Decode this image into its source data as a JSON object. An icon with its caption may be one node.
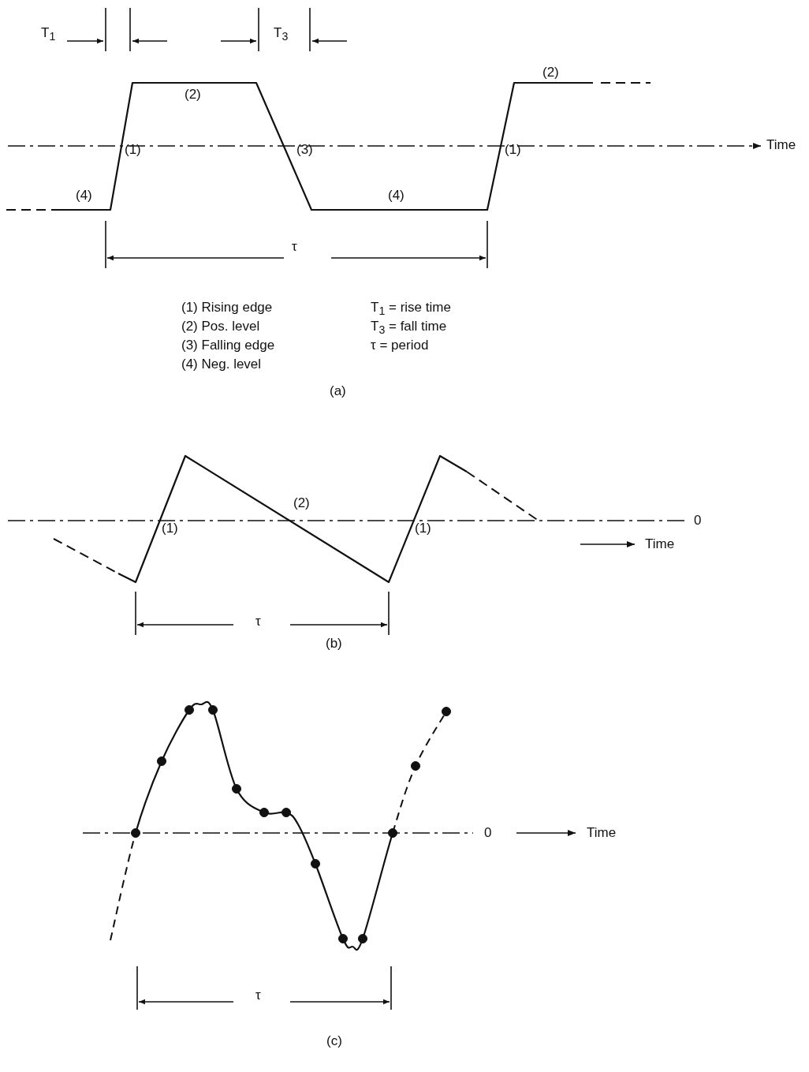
{
  "diagram": {
    "labels": [
      "T$_{1}$",
      "T$_{3}$",
      "(2)",
      "(2)",
      "Time",
      "(1)",
      "(3)",
      "(1)",
      "(4)",
      "(4)",
      "τ",
      "(1) Rising edge",
      "T$_{1}$ = rise time",
      "(2) Pos. level",
      "T$_{3}$ = fall time",
      "(3) Falling edge",
      "τ = period",
      "(4) Neg. level",
      "(a)",
      "(2)",
      "0",
      "(1)",
      "(1)",
      "Time",
      "τ",
      "(b)",
      "0",
      "Time",
      "τ",
      "(c)"
    ]
  }
}
